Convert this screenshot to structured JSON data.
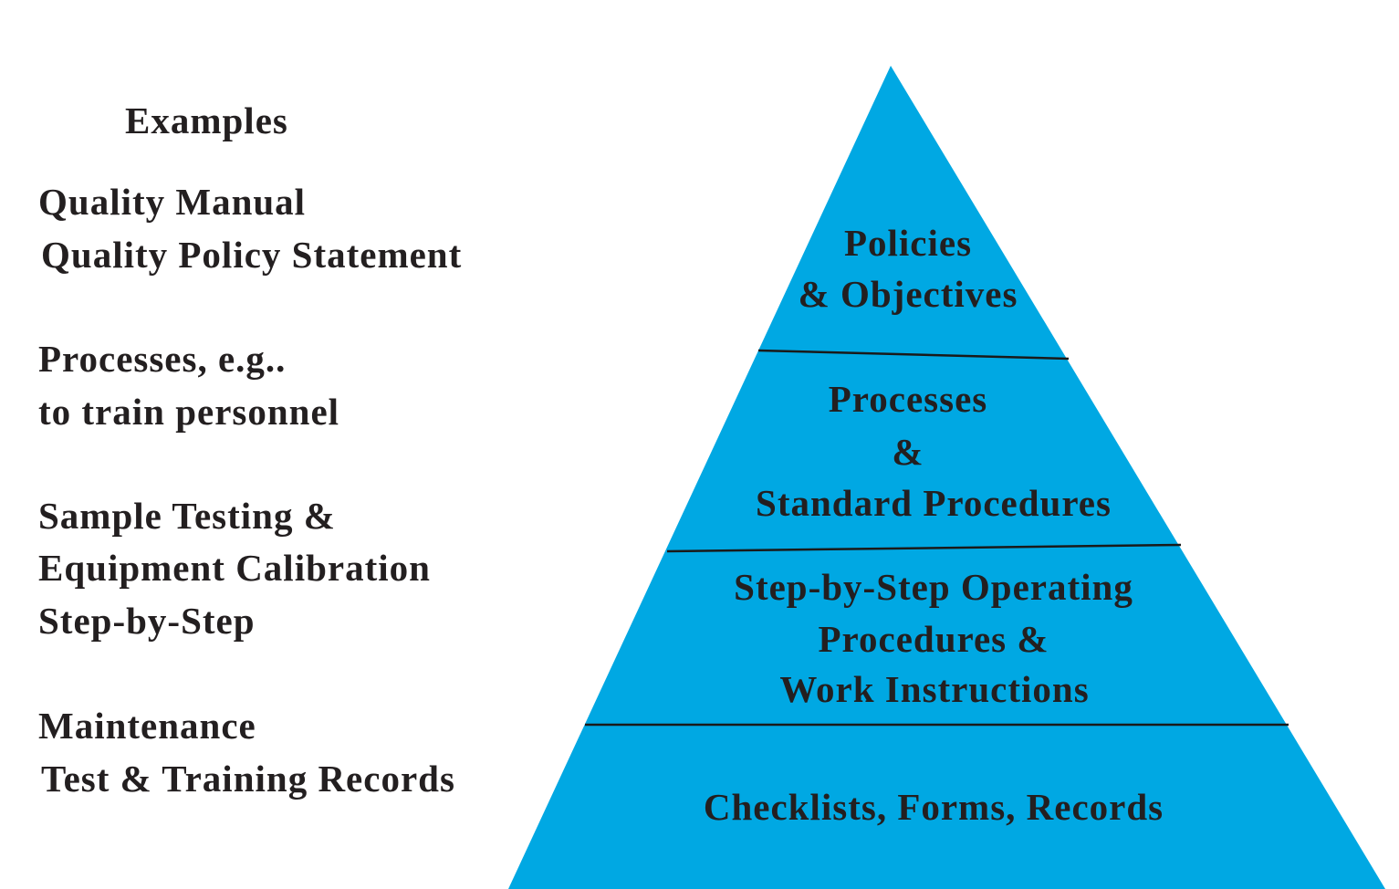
{
  "colors": {
    "pyramid_fill": "#00a8e3",
    "text": "#231f20",
    "divider": "#1a1a1a"
  },
  "examples": {
    "heading": "Examples",
    "groups": [
      {
        "lines": [
          "Quality Manual",
          "Quality Policy Statement"
        ]
      },
      {
        "lines": [
          "Processes, e.g..",
          "to train personnel"
        ]
      },
      {
        "lines": [
          "Sample Testing &",
          "Equipment Calibration",
          "Step-by-Step"
        ]
      },
      {
        "lines": [
          "Maintenance",
          "Test & Training Records"
        ]
      }
    ]
  },
  "pyramid": {
    "levels": [
      {
        "lines": [
          "Policies",
          "& Objectives"
        ]
      },
      {
        "lines": [
          "Processes",
          "&",
          "Standard Procedures"
        ]
      },
      {
        "lines": [
          "Step-by-Step Operating",
          "Procedures &",
          "Work Instructions"
        ]
      },
      {
        "lines": [
          "Checklists, Forms, Records"
        ]
      }
    ]
  }
}
